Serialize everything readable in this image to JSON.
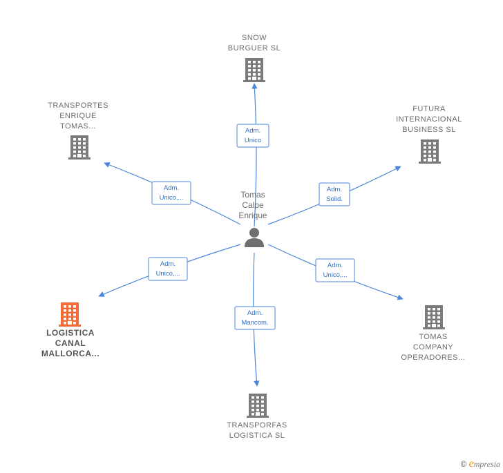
{
  "center": {
    "name_lines": [
      "Tomas",
      "Calpe",
      "Enrique"
    ],
    "icon": "person-icon"
  },
  "nodes": [
    {
      "id": "snow-burguer",
      "name_lines": [
        "SNOW",
        "BURGUER  SL"
      ],
      "role_lines": [
        "Adm.",
        "Unico"
      ],
      "icon": "building-icon",
      "color": "#7b7b7b",
      "highlight": false
    },
    {
      "id": "futura-internacional",
      "name_lines": [
        "FUTURA",
        "INTERNACIONAL",
        "BUSINESS SL"
      ],
      "role_lines": [
        "Adm.",
        "Solid."
      ],
      "icon": "building-icon",
      "color": "#7b7b7b",
      "highlight": false
    },
    {
      "id": "tomas-company",
      "name_lines": [
        "TOMAS",
        "COMPANY",
        "OPERADORES..."
      ],
      "role_lines": [
        "Adm.",
        "Unico,..."
      ],
      "icon": "building-icon",
      "color": "#7b7b7b",
      "highlight": false
    },
    {
      "id": "transporfas-logistica",
      "name_lines": [
        "TRANSPORFAS",
        "LOGISTICA  SL"
      ],
      "role_lines": [
        "Adm.",
        "Mancom."
      ],
      "icon": "building-icon",
      "color": "#7b7b7b",
      "highlight": false
    },
    {
      "id": "logistica-canal",
      "name_lines": [
        "LOGISTICA",
        "CANAL",
        "MALLORCA..."
      ],
      "role_lines": [
        "Adm.",
        "Unico,..."
      ],
      "icon": "building-icon",
      "color": "#f26a35",
      "highlight": true
    },
    {
      "id": "transportes-enrique",
      "name_lines": [
        "TRANSPORTES",
        "ENRIQUE",
        "TOMAS..."
      ],
      "role_lines": [
        "Adm.",
        "Unico,..."
      ],
      "icon": "building-icon",
      "color": "#7b7b7b",
      "highlight": false
    }
  ],
  "colors": {
    "edge": "#4a86d9",
    "accent": "#f26a35"
  },
  "footer": {
    "copyright_symbol": "©",
    "brand_initial": "e",
    "brand_rest": "mpresia"
  }
}
